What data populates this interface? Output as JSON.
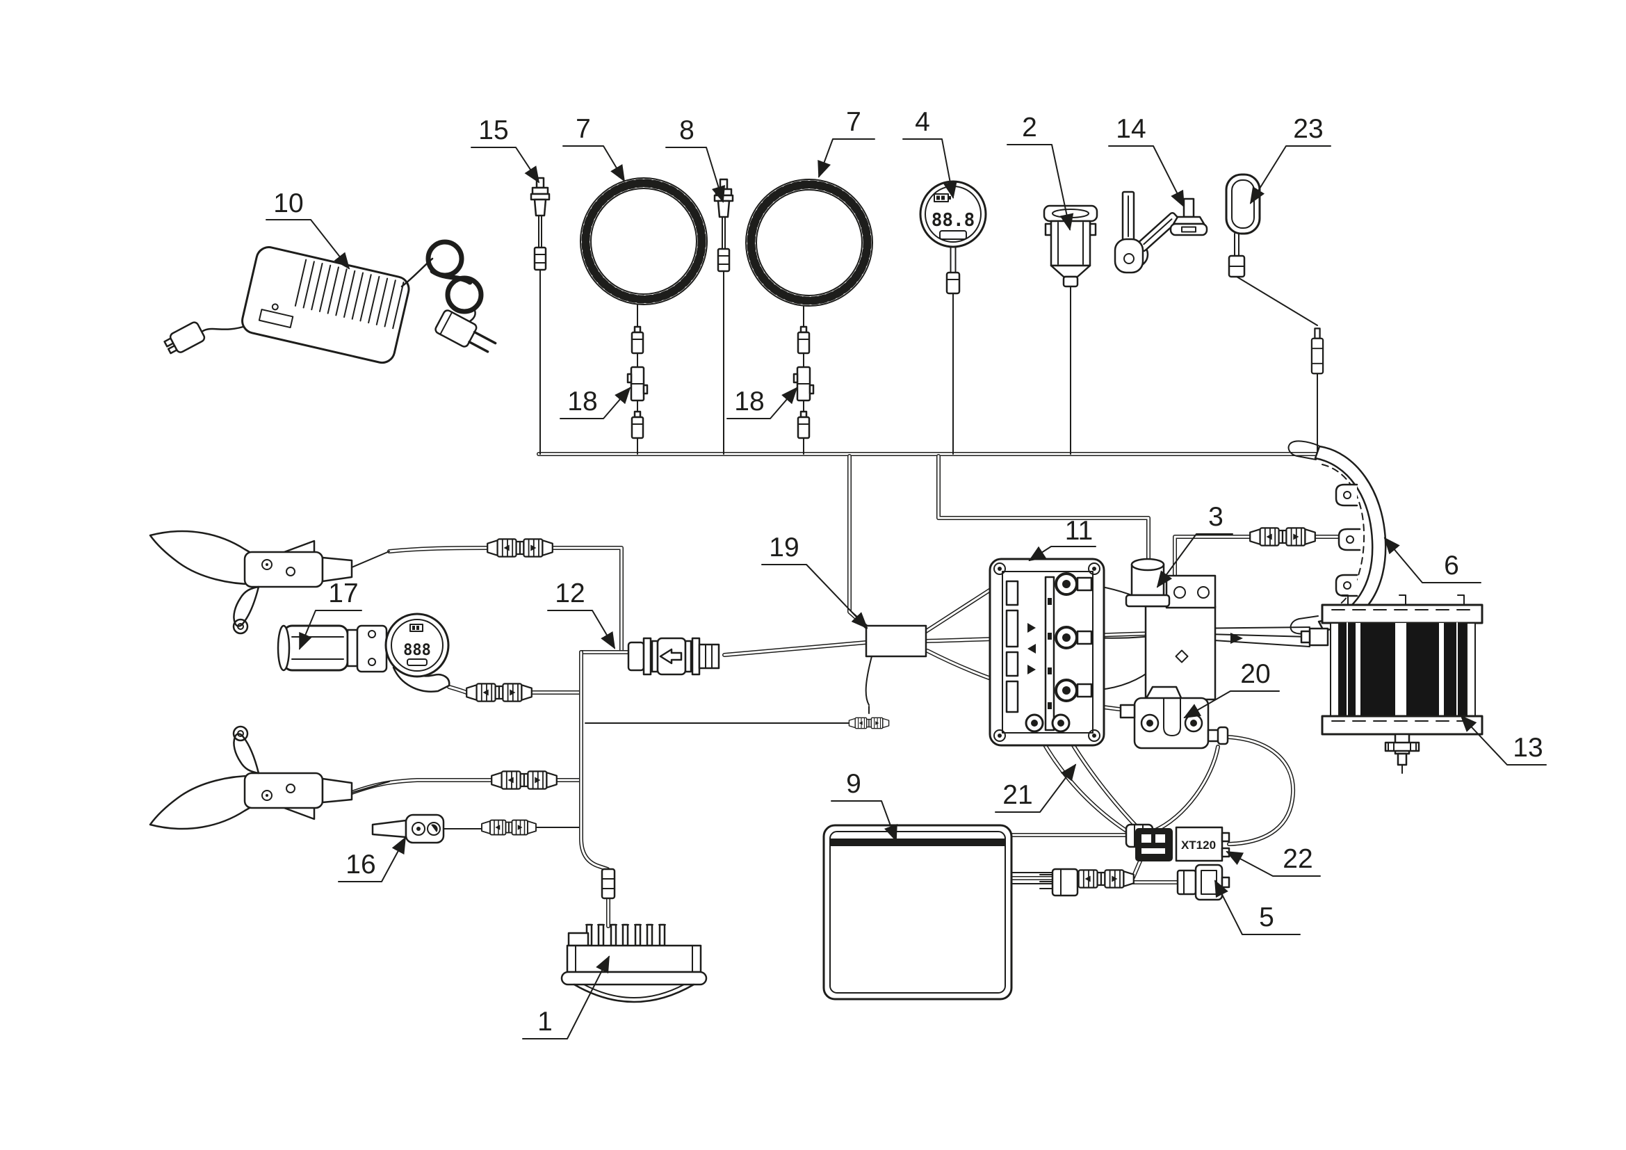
{
  "figure": {
    "kind": "ebike-conversion-kit-wiring-diagram",
    "background": "#ffffff",
    "line_color": "#1d1d1b"
  },
  "callouts": [
    "10",
    "15",
    "7",
    "8",
    "7",
    "4",
    "2",
    "14",
    "23",
    "18",
    "18",
    "6",
    "3",
    "11",
    "19",
    "12",
    "17",
    "20",
    "13",
    "9",
    "21",
    "16",
    "22",
    "5",
    "1"
  ],
  "xt120": "XT120",
  "gauge_digits": "88.8",
  "throttle_digits": "888"
}
